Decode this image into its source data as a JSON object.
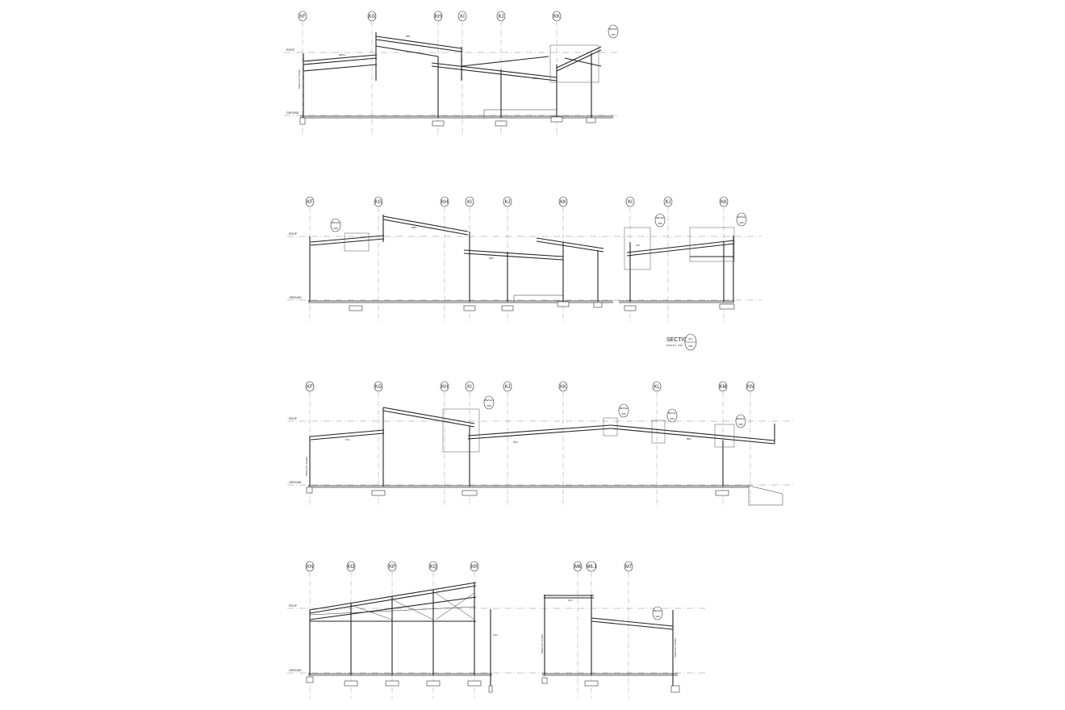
{
  "levels": {
    "roof": "ROOF",
    "ground": "GROUND"
  },
  "section_label": {
    "title": "SECTION",
    "scale": "SCALE 1 : 100",
    "number": "007",
    "sheet": "S02"
  },
  "callout": {
    "top": "DETAIL",
    "bottom": "S05"
  },
  "member_tags": [
    "RB50",
    "RB7",
    "RB2",
    "RBS",
    "RB3",
    "PF1",
    "PF4",
    "RB6"
  ],
  "panel_labels": {
    "precast_panel": "PRECAST PANEL",
    "steel_col": "SC2",
    "steel_col_b": "SC1"
  },
  "drawings": [
    {
      "id": "section-1",
      "grids": [
        "KF",
        "KG",
        "KH",
        "KI",
        "KJ",
        "KK"
      ]
    },
    {
      "id": "section-2",
      "grids": [
        "KF",
        "KG",
        "KH",
        "KI",
        "KJ",
        "KK"
      ]
    },
    {
      "id": "section-2b",
      "grids": [
        "KI",
        "KJ",
        "KK"
      ]
    },
    {
      "id": "section-3",
      "grids": [
        "KF",
        "KG",
        "KH",
        "KI",
        "KJ",
        "KK",
        "KL",
        "KM",
        "KN"
      ]
    },
    {
      "id": "section-4",
      "grids": [
        "KN",
        "KO",
        "KP",
        "KQ",
        "KR"
      ]
    },
    {
      "id": "section-4b",
      "grids": [
        "M6",
        "M6.1",
        "M7"
      ]
    }
  ]
}
